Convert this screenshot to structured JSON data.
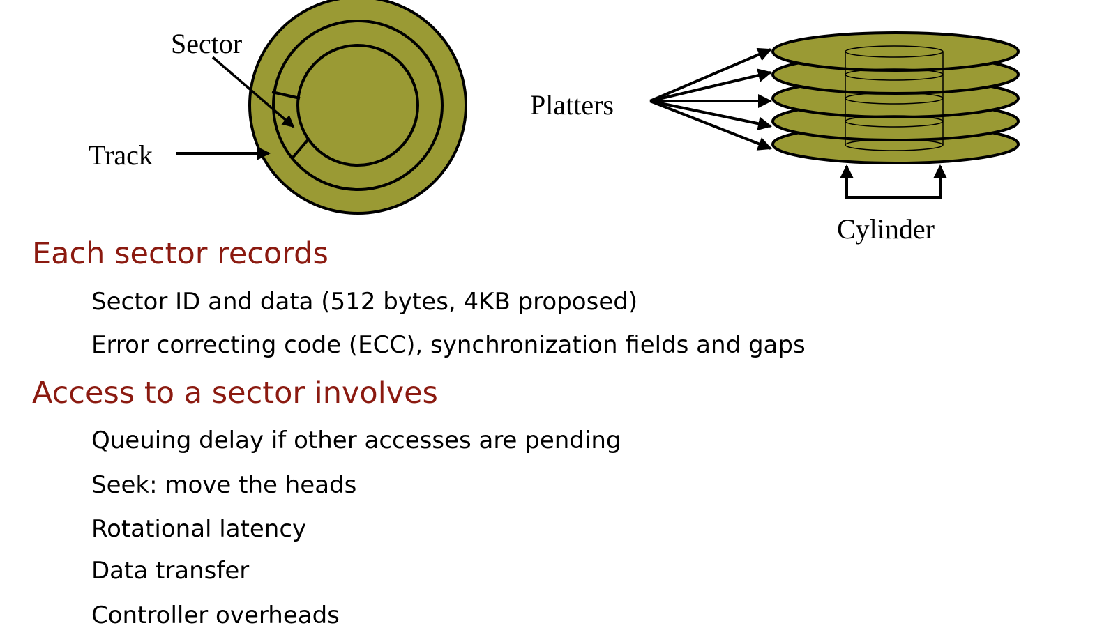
{
  "colors": {
    "platter_fill": "#9a9a34",
    "heading_text": "#8b1a10",
    "body_text": "#000000"
  },
  "diagram": {
    "platter_top_view": {
      "labels": {
        "sector": "Sector",
        "track": "Track"
      }
    },
    "platter_stack": {
      "platter_count": 5,
      "labels": {
        "platters": "Platters",
        "cylinder": "Cylinder"
      }
    }
  },
  "sections": [
    {
      "heading": "Each sector records",
      "items": [
        "Sector ID and data (512 bytes, 4KB proposed)",
        "Error correcting code (ECC), synchronization fields and gaps"
      ]
    },
    {
      "heading": "Access to a sector involves",
      "items": [
        "Queuing delay if other accesses are pending",
        "Seek: move the heads",
        "Rotational latency",
        "Data transfer",
        "Controller overheads"
      ]
    }
  ]
}
